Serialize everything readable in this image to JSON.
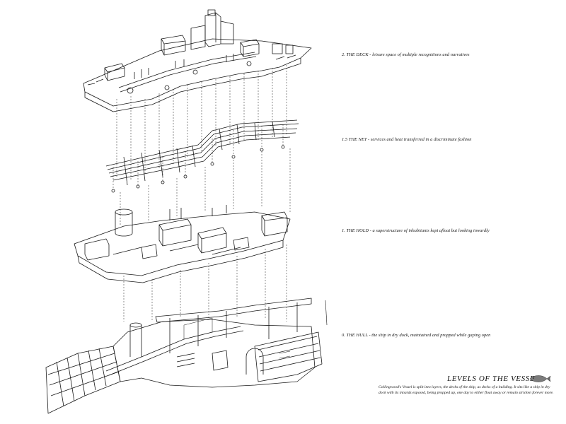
{
  "levels": [
    {
      "label": "2. THE DECK - leisure space of multiple recognitions and narratives"
    },
    {
      "label": "1.5 THE NET - services and heat transferred in a discriminate fashion"
    },
    {
      "label": "1. THE HOLD - a superstructure of inhabitants kept afloat but looking inwardly"
    },
    {
      "label": "0. THE HULL - the ship in dry dock, maintained and propped while gaping open"
    }
  ],
  "title": "LEVELS OF THE VESSEL",
  "description": "Collingwood's Vessel is split into layers, the decks of the ship, as decks of a building. It sits like a ship in dry dock with its innards exposed, being propped up, one day to either float away or remain stricken forever more.",
  "ink_color": "#1a1a1a",
  "icons": [
    "fish-icon"
  ]
}
